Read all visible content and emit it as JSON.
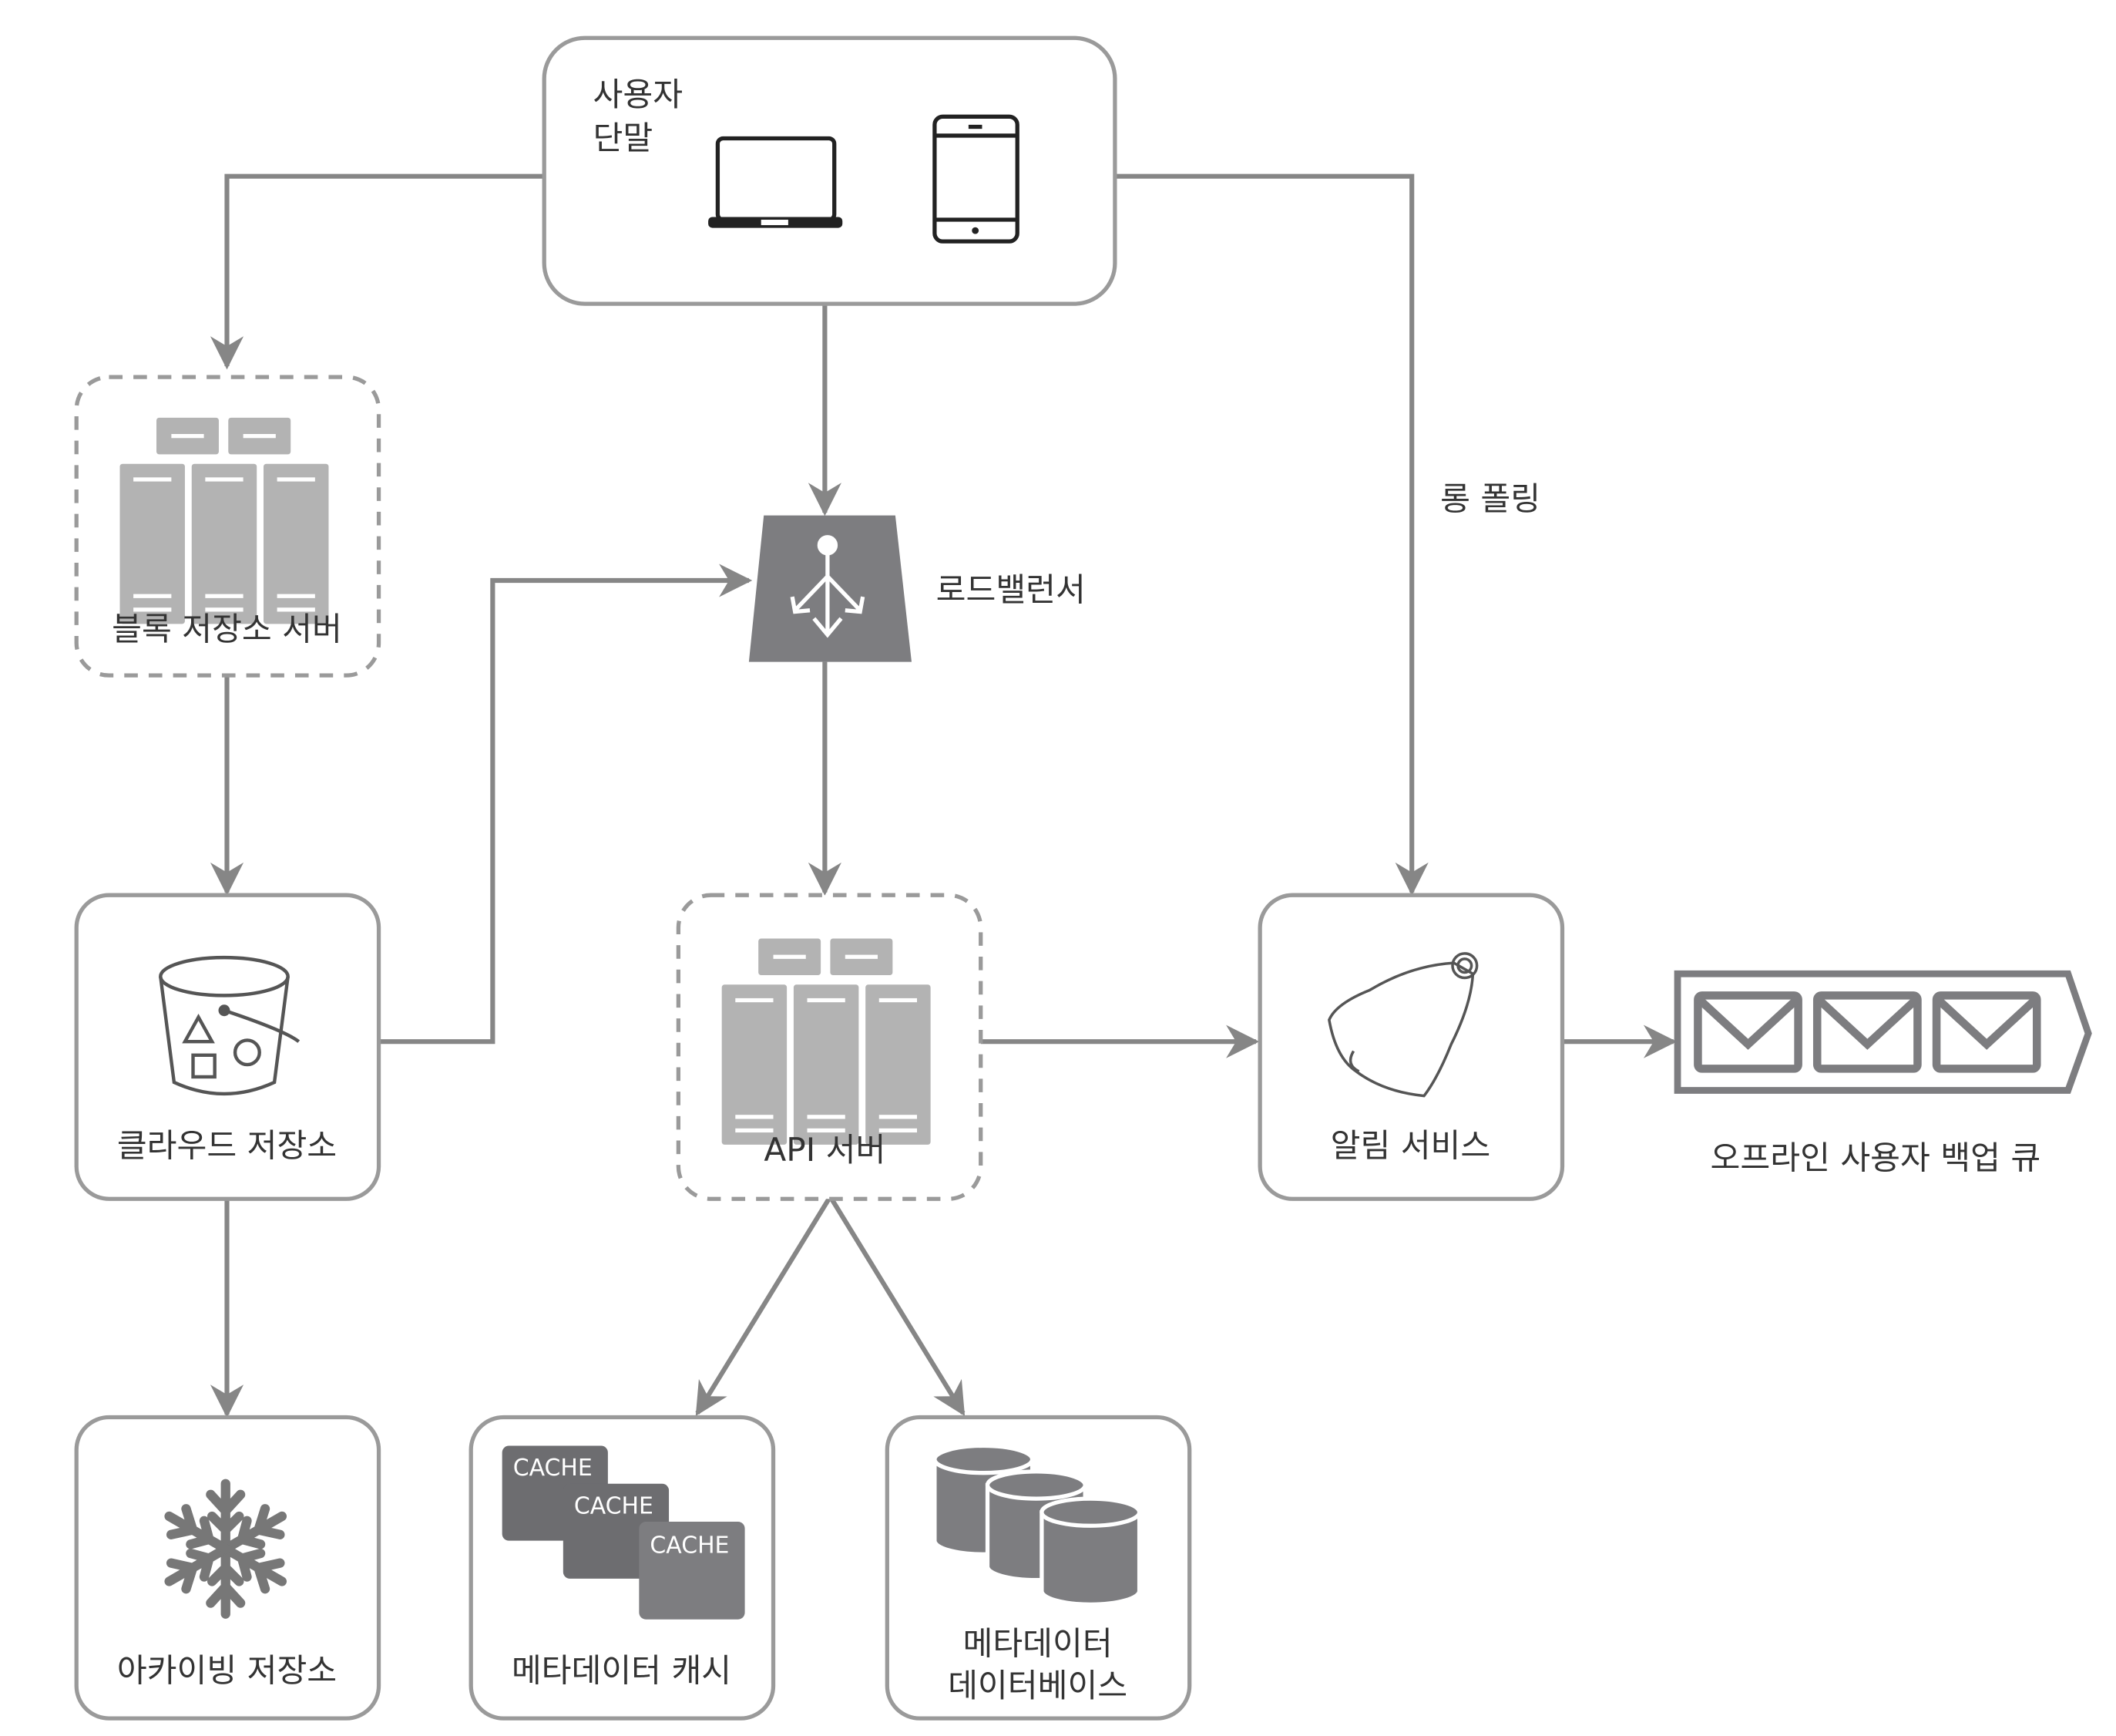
{
  "colors": {
    "edge": "#868686",
    "border": "#9a9a9a",
    "icon_dark": "#7d7d80",
    "icon_light": "#b3b3b3"
  },
  "nodes": {
    "user_device": {
      "line1": "사용자",
      "line2": "단말",
      "icons": [
        "laptop-icon",
        "phone-icon"
      ]
    },
    "block_server": {
      "label": "블록 저장소 서버",
      "icon": "server-icon"
    },
    "load_balancer": {
      "label": "로드밸런서",
      "icon": "load-balancer-icon"
    },
    "cloud_storage": {
      "label": "클라우드 저장소",
      "icon": "bucket-icon"
    },
    "api_server": {
      "label": "API 서버",
      "icon": "server-icon"
    },
    "notification": {
      "label": "알림 서비스",
      "icon": "bell-icon"
    },
    "offline_queue": {
      "label": "오프라인 사용자 백업 큐",
      "icon": "envelope-queue-icon"
    },
    "archive": {
      "label": "아카이빙 저장소",
      "icon": "snowflake-icon"
    },
    "metadata_cache": {
      "label": "메타데이터 캐시",
      "icon": "cache-icon",
      "cache_text": "CACHE"
    },
    "metadata_db": {
      "line1": "메타데이터",
      "line2": "데이터베이스",
      "icon": "database-icon"
    }
  },
  "edges": [
    {
      "from": "user_device",
      "to": "block_server"
    },
    {
      "from": "user_device",
      "to": "load_balancer"
    },
    {
      "from": "user_device",
      "to": "notification",
      "label": "롱 폴링"
    },
    {
      "from": "block_server",
      "to": "cloud_storage"
    },
    {
      "from": "cloud_storage",
      "to": "load_balancer"
    },
    {
      "from": "load_balancer",
      "to": "api_server"
    },
    {
      "from": "api_server",
      "to": "notification"
    },
    {
      "from": "notification",
      "to": "offline_queue"
    },
    {
      "from": "cloud_storage",
      "to": "archive"
    },
    {
      "from": "api_server",
      "to": "metadata_cache"
    },
    {
      "from": "api_server",
      "to": "metadata_db"
    }
  ]
}
